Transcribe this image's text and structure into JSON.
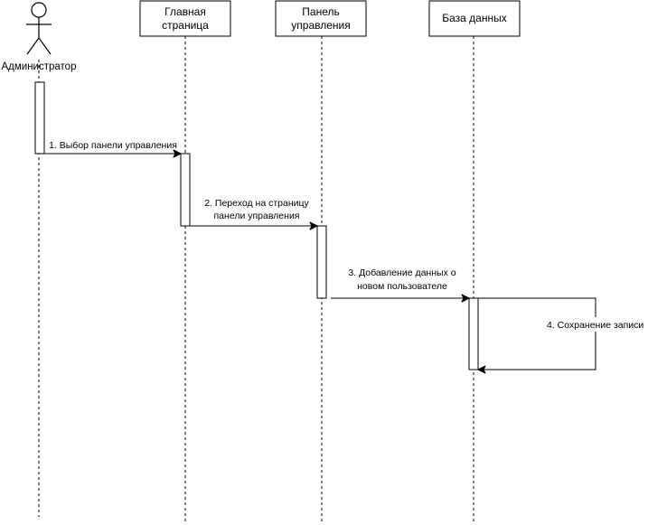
{
  "diagram": {
    "actor": {
      "label": "Администратор",
      "icon": "stick-figure-icon"
    },
    "participants": [
      {
        "line1": "Главная",
        "line2": "страница"
      },
      {
        "line1": "Панель",
        "line2": "управления"
      },
      {
        "line1": "База данных"
      }
    ],
    "messages": [
      {
        "line1": "1. Выбор панели управления"
      },
      {
        "line1": "2. Переход на страницу",
        "line2": "панели управления"
      },
      {
        "line1": "3. Добавление данных о",
        "line2": "новом пользователе"
      },
      {
        "line1": "4. Сохранение записи"
      }
    ]
  }
}
